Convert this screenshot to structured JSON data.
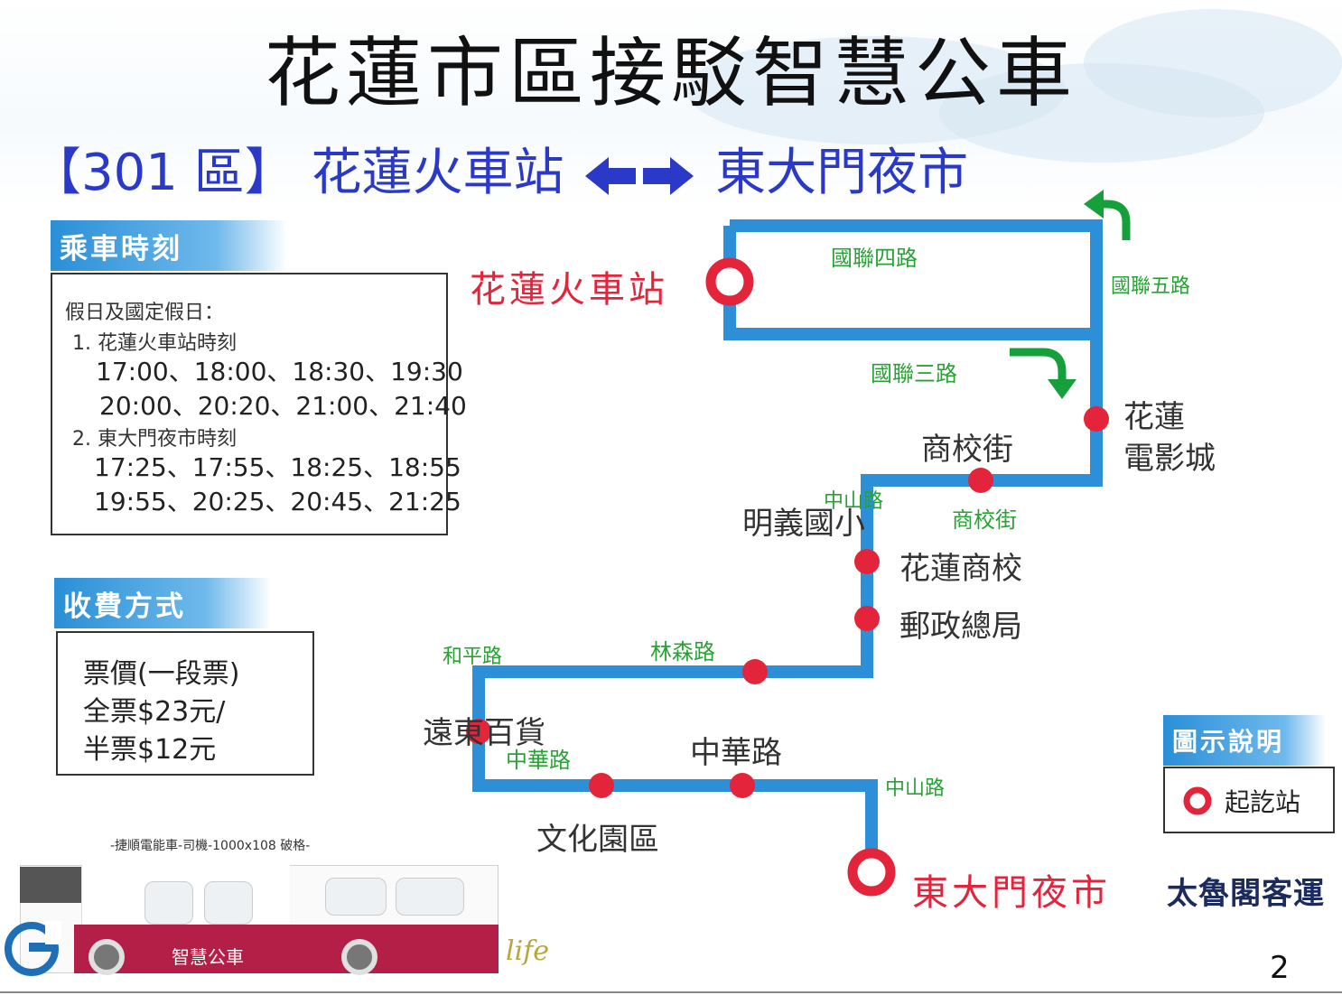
{
  "title": "花蓮市區接駁智慧公車",
  "route": {
    "code": "【301 區】",
    "from": "花蓮火車站",
    "to": "東大門夜市",
    "arrow_color": "#2a39c8"
  },
  "schedule": {
    "header": "乘車時刻",
    "intro": "假日及國定假日：",
    "section1_title": "1. 花蓮火車站時刻",
    "section1_rows": [
      "17:00、18:00、18:30、19:30",
      "20:00、20:20、21:00、21:40"
    ],
    "section2_title": "2. 東大門夜市時刻",
    "section2_rows": [
      "17:25、17:55、18:25、18:55",
      "19:55、20:25、20:45、21:25"
    ]
  },
  "fare": {
    "header": "收費方式",
    "lines": [
      "票價(一段票)",
      "全票$23元/",
      "半票$12元"
    ]
  },
  "legend": {
    "header": "圖示說明",
    "item": "起訖站"
  },
  "map": {
    "terminal_start": "花蓮火車站",
    "terminal_end": "東大門夜市",
    "streets": {
      "guolian4": "國聯四路",
      "guolian3": "國聯三路",
      "guolian5": "國聯五路",
      "shangxiao": "商校街",
      "zhongshan_upper": "中山路",
      "linsen": "林森路",
      "heping": "和平路",
      "zhonghua": "中華路",
      "zhongshan_lower": "中山路"
    },
    "stops": {
      "cinema_line1": "花蓮",
      "cinema_line2": "電影城",
      "shangxiao": "商校街",
      "school": "花蓮商校",
      "post": "郵政總局",
      "mingyi": "明義國小",
      "fareast": "遠東百貨",
      "zhonghua": "中華路",
      "culture": "文化園區"
    }
  },
  "bus": {
    "caption": "-捷順電能車-司機-1000x108 破格-",
    "side_label": "智慧公車",
    "script_text": "life"
  },
  "company": "太魯閣客運",
  "page_number": "2",
  "colors": {
    "route_line": "#2d8fd8",
    "stop_red": "#e3243a",
    "street_green": "#2aa135",
    "turn_arrow_green": "#16a03c",
    "header_blue": "#2a8fd6"
  }
}
